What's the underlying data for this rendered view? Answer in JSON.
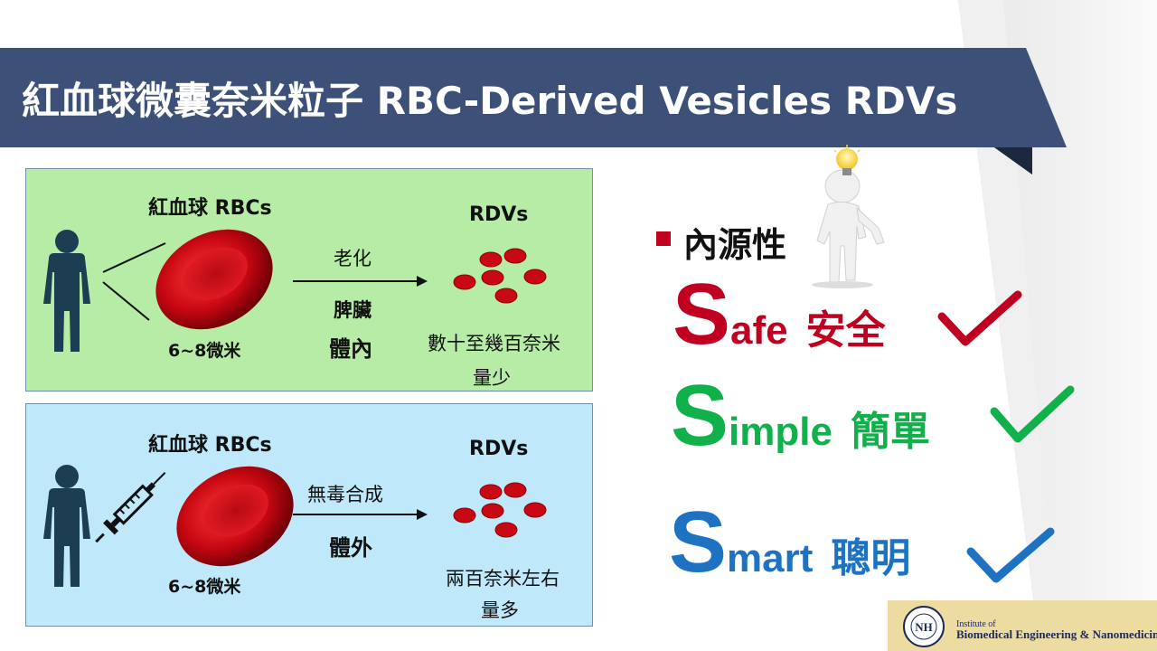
{
  "slide": {
    "title": "紅血球微囊奈米粒子 RBC-Derived Vesicles RDVs",
    "colors": {
      "title_bar": "#3d5078",
      "panel_green": "#b7eca7",
      "panel_blue": "#bfe8fa",
      "red": "#c00020",
      "green": "#10b04a",
      "blue": "#1d73c2"
    }
  },
  "panel_top": {
    "rbc_label": "紅血球 RBCs",
    "rbc_size": "6~8微米",
    "process_above": "老化",
    "process_below_1": "脾臟",
    "process_below_2": "體內",
    "rdv_label": "RDVs",
    "rdv_size": "數十至幾百奈米",
    "rdv_amount": "量少"
  },
  "panel_bottom": {
    "rbc_label": "紅血球 RBCs",
    "rbc_size": "6~8微米",
    "process_above": "無毒合成",
    "process_below": "體外",
    "rdv_label": "RDVs",
    "rdv_size": "兩百奈米左右",
    "rdv_amount": "量多"
  },
  "advantages": {
    "heading": "內源性",
    "items": [
      {
        "letter": "S",
        "rest": "afe",
        "zh": "安全",
        "color": "#c00020"
      },
      {
        "letter": "S",
        "rest": "imple",
        "zh": "簡單",
        "color": "#10b04a"
      },
      {
        "letter": "S",
        "rest": "mart",
        "zh": "聰明",
        "color": "#1d73c2"
      }
    ]
  },
  "footer": {
    "line1": "Institute of",
    "line2": "Biomedical Engineering & Nanomedicine"
  }
}
